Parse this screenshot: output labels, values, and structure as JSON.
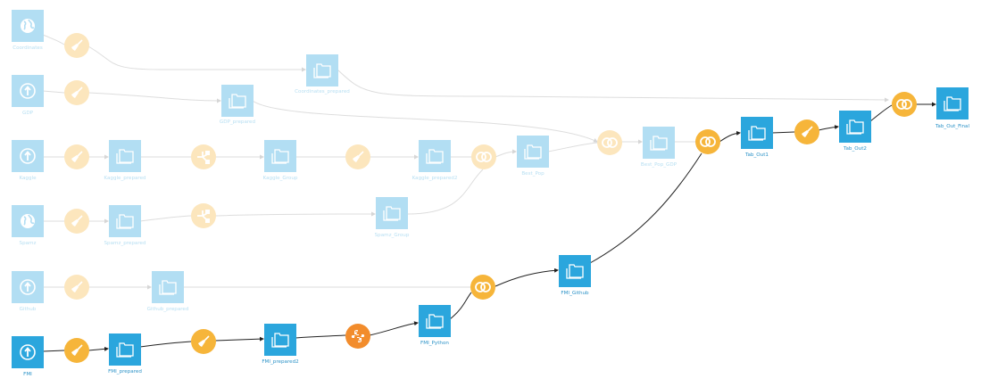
{
  "colors": {
    "dataset_active": "#2ba6dd",
    "dataset_dimmed": "#b2def3",
    "recipe_active": "#f6b53a",
    "recipe_dimmed": "#fce6bd",
    "python_recipe": "#f28c2c",
    "edge_active": "#222222",
    "edge_dimmed": "#dddddd"
  },
  "icons": {
    "dataset_upload": "upload-arrow-icon",
    "dataset_web": "globe-icon",
    "dataset_managed": "folder-icon",
    "recipe_prepare": "broom-icon",
    "recipe_join": "interlocking-rings-icon",
    "recipe_group": "group-split-icon",
    "recipe_python": "python-logo-icon"
  },
  "datasets": [
    {
      "id": "coordinates",
      "label": "Coordinates",
      "kind": "web",
      "active": false
    },
    {
      "id": "coordinates_prepared",
      "label": "Coordinates_prepared",
      "kind": "managed",
      "active": false
    },
    {
      "id": "gdp",
      "label": "GDP",
      "kind": "upload",
      "active": false
    },
    {
      "id": "gdp_prepared",
      "label": "GDP_prepared",
      "kind": "managed",
      "active": false
    },
    {
      "id": "kaggle",
      "label": "Kaggle",
      "kind": "upload",
      "active": false
    },
    {
      "id": "kaggle_prepared",
      "label": "Kaggle_prepared",
      "kind": "managed",
      "active": false
    },
    {
      "id": "kaggle_group",
      "label": "Kaggle_Group",
      "kind": "managed",
      "active": false
    },
    {
      "id": "kaggle_prepared2",
      "label": "Kaggle_prepared2",
      "kind": "managed",
      "active": false
    },
    {
      "id": "best_pop",
      "label": "Best_Pop",
      "kind": "managed",
      "active": false
    },
    {
      "id": "best_pop_gdp",
      "label": "Best_Pop_GDP",
      "kind": "managed",
      "active": false
    },
    {
      "id": "tab_out1",
      "label": "Tab_Out1",
      "kind": "managed",
      "active": true
    },
    {
      "id": "tab_out2",
      "label": "Tab_Out2",
      "kind": "managed",
      "active": true
    },
    {
      "id": "tab_out_final",
      "label": "Tab_Out_Final",
      "kind": "managed",
      "active": true
    },
    {
      "id": "spamz",
      "label": "Spamz",
      "kind": "web",
      "active": false
    },
    {
      "id": "spamz_prepared",
      "label": "Spamz_prepared",
      "kind": "managed",
      "active": false
    },
    {
      "id": "spamz_group",
      "label": "Spamz_Group",
      "kind": "managed",
      "active": false
    },
    {
      "id": "github",
      "label": "Github",
      "kind": "upload",
      "active": false
    },
    {
      "id": "github_prepared",
      "label": "Github_prepared",
      "kind": "managed",
      "active": false
    },
    {
      "id": "fmi_github",
      "label": "FMI_Github",
      "kind": "managed",
      "active": true
    },
    {
      "id": "fmi",
      "label": "FMI",
      "kind": "upload",
      "active": true
    },
    {
      "id": "fmi_prepared",
      "label": "FMI_prepared",
      "kind": "managed",
      "active": true
    },
    {
      "id": "fmi_prepared2",
      "label": "FMI_prepared2",
      "kind": "managed",
      "active": true
    },
    {
      "id": "fmi_python",
      "label": "FMI_Python",
      "kind": "managed",
      "active": true
    }
  ],
  "recipes": [
    {
      "id": "prep_coordinates",
      "kind": "prepare",
      "active": false
    },
    {
      "id": "prep_gdp",
      "kind": "prepare",
      "active": false
    },
    {
      "id": "prep_kaggle",
      "kind": "prepare",
      "active": false
    },
    {
      "id": "group_kaggle",
      "kind": "group",
      "active": false
    },
    {
      "id": "prep_kaggle_group",
      "kind": "prepare",
      "active": false
    },
    {
      "id": "join_best_pop",
      "kind": "join",
      "active": false
    },
    {
      "id": "join_best_pop_gdp",
      "kind": "join",
      "active": false
    },
    {
      "id": "join_tab_out1",
      "kind": "join",
      "active": true
    },
    {
      "id": "prep_tab_out2",
      "kind": "prepare",
      "active": true
    },
    {
      "id": "join_tab_out_final",
      "kind": "join",
      "active": true
    },
    {
      "id": "prep_spamz",
      "kind": "prepare",
      "active": false
    },
    {
      "id": "group_spamz",
      "kind": "group",
      "active": false
    },
    {
      "id": "prep_github",
      "kind": "prepare",
      "active": false
    },
    {
      "id": "join_fmi_github",
      "kind": "join",
      "active": true
    },
    {
      "id": "prep_fmi",
      "kind": "prepare",
      "active": true
    },
    {
      "id": "prep_fmi2",
      "kind": "prepare",
      "active": true
    },
    {
      "id": "python_fmi",
      "kind": "python",
      "active": true
    }
  ]
}
